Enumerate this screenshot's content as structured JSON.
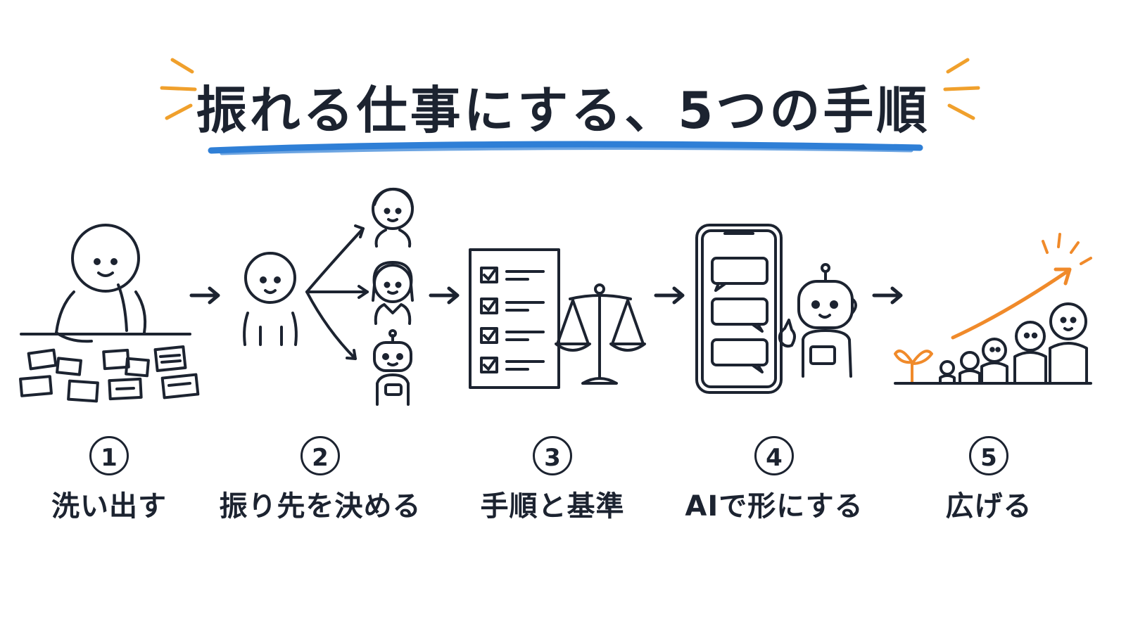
{
  "title": "振れる仕事にする、5つの手順",
  "colors": {
    "ink": "#1c2330",
    "accent_blue": "#2f7fd6",
    "accent_orange": "#f0a02c",
    "growth_orange": "#f08a2a"
  },
  "steps": [
    {
      "number": "1",
      "label": "洗い出す",
      "icon": "person-sorting-cards"
    },
    {
      "number": "2",
      "label": "振り先を決める",
      "icon": "person-branching-to-people-and-robot"
    },
    {
      "number": "3",
      "label": "手順と基準",
      "icon": "checklist-and-scales"
    },
    {
      "number": "4",
      "label": "AIで形にする",
      "icon": "phone-chat-with-robot"
    },
    {
      "number": "5",
      "label": "広げる",
      "icon": "growth-sprout-and-people"
    }
  ]
}
